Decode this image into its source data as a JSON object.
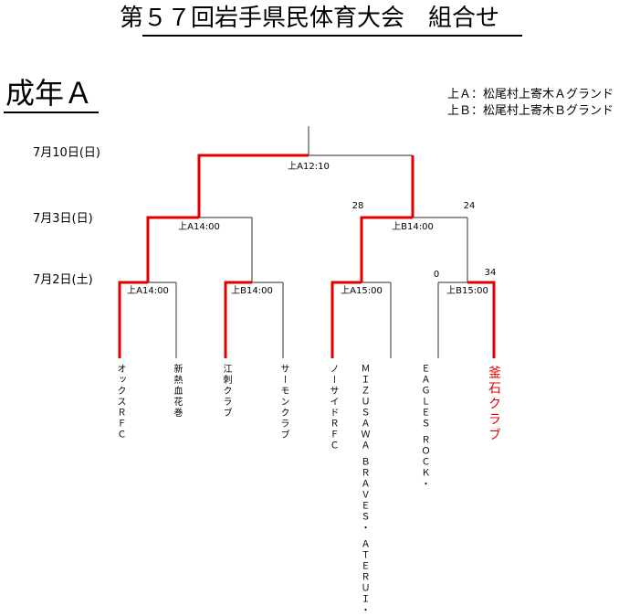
{
  "title": "第５７回岩手県民体育大会　組合せ",
  "division": "成年Ａ",
  "venues": [
    "上Ａ：松尾村上寄木Ａグランド",
    "上Ｂ：松尾村上寄木Ｂグランド"
  ],
  "dates": [
    "7月10日(日)",
    "7月3日(日)",
    "7月2日(土)"
  ],
  "matches": {
    "final": "上A12:10",
    "semi_left": "上A14:00",
    "semi_right": "上B14:00",
    "qf1": "上A14:00",
    "qf2": "上B14:00",
    "qf3": "上A15:00",
    "qf4": "上B15:00"
  },
  "scores": {
    "semi_right_left": "28",
    "semi_right_right": "24",
    "qf4_left": "0",
    "qf4_right": "34"
  },
  "teams": [
    {
      "name": "オックスＲＦＣ"
    },
    {
      "name": "新熱血花巻"
    },
    {
      "name": "江刺クラブ"
    },
    {
      "name": "サーモンクラブ"
    },
    {
      "name": "ノーサイドＲＦＣ"
    },
    {
      "lines": [
        "ＭＩＺＵＳＡＷＡ",
        "ＢＲＡＶＥＳ・",
        "ＡＴＥＲＵＩ・"
      ]
    },
    {
      "lines": [
        "ＥＡＧＬＥＳ",
        "ＲＯＣＫ・"
      ]
    },
    {
      "name": "釜石クラブ"
    }
  ],
  "colors": {
    "winner_line": "#e00000",
    "line": "#555555",
    "champion_text": "#e00000"
  }
}
